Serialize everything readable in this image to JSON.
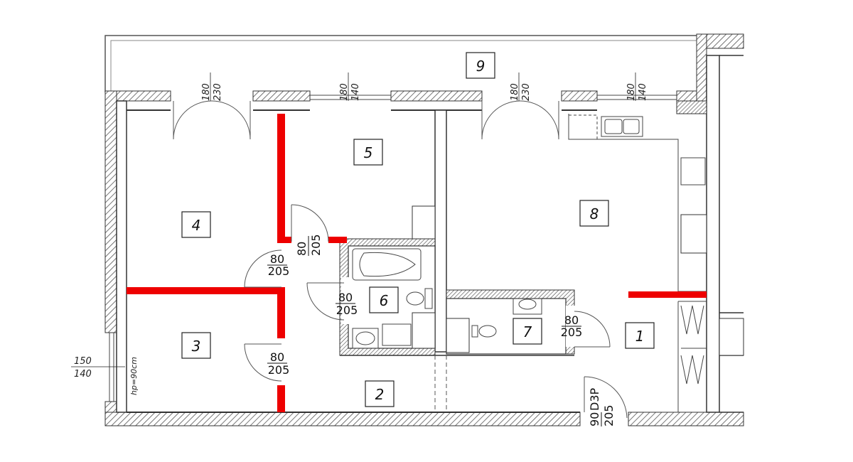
{
  "rooms": [
    {
      "id": "room-1",
      "label": "1"
    },
    {
      "id": "room-2",
      "label": "2"
    },
    {
      "id": "room-3",
      "label": "3"
    },
    {
      "id": "room-4",
      "label": "4"
    },
    {
      "id": "room-5",
      "label": "5"
    },
    {
      "id": "room-6",
      "label": "6"
    },
    {
      "id": "room-7",
      "label": "7"
    },
    {
      "id": "room-8",
      "label": "8"
    },
    {
      "id": "room-9",
      "label": "9"
    }
  ],
  "door_dimensions": {
    "door_5": {
      "w": "80",
      "h": "205"
    },
    "door_4": {
      "w": "80",
      "h": "205"
    },
    "door_6": {
      "w": "80",
      "h": "205"
    },
    "door_3": {
      "w": "80",
      "h": "205"
    },
    "door_7": {
      "w": "80",
      "h": "205"
    },
    "entrance": {
      "w": "90",
      "h": "205",
      "code": "D3P"
    }
  },
  "window_dimensions": {
    "w1": {
      "top": "180",
      "bottom": "230"
    },
    "w2": {
      "top": "180",
      "bottom": "140"
    },
    "w3": {
      "top": "180",
      "bottom": "230"
    },
    "w4": {
      "top": "180",
      "bottom": "140"
    },
    "left": {
      "top": "150",
      "bottom": "140",
      "note": "hp=90cm"
    }
  }
}
